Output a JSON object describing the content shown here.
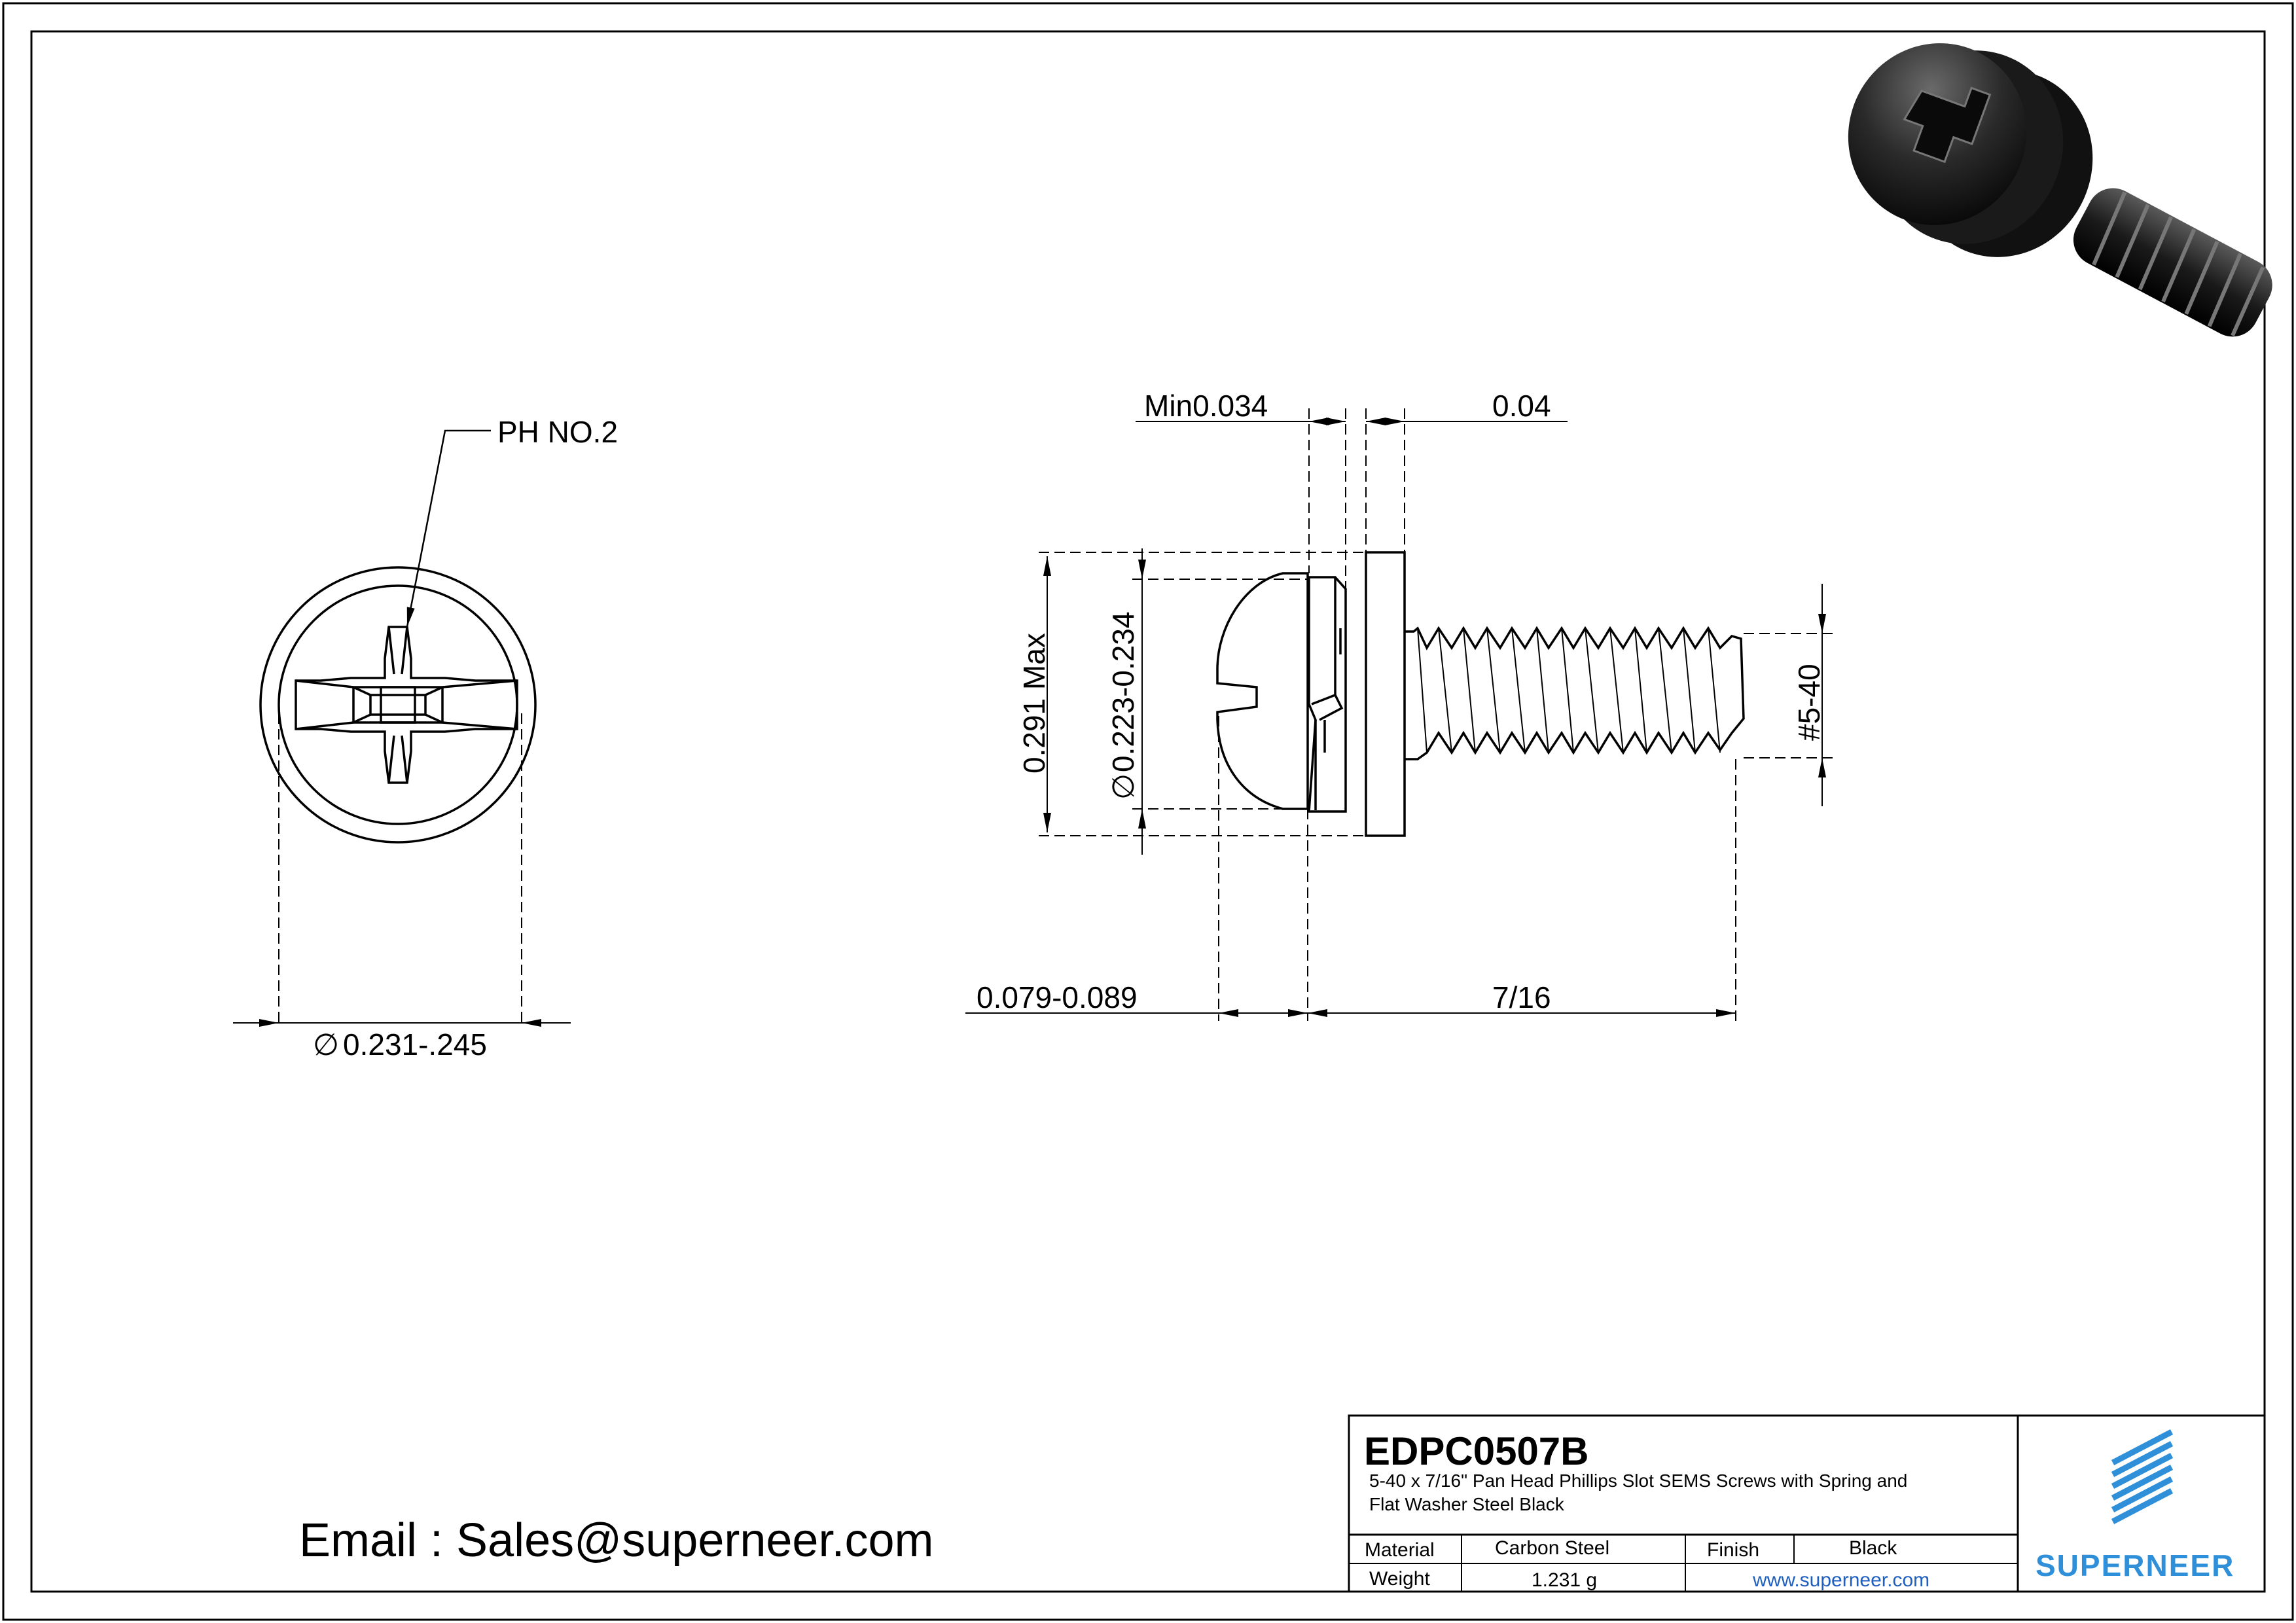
{
  "drawing": {
    "top_view": {
      "recess_label": "PH NO.2",
      "head_diameter": "0.231-.245"
    },
    "side_view": {
      "spring_washer_thickness": "Min0.034",
      "flat_washer_thickness": "0.04",
      "washer_diameter": "0.291 Max",
      "head_height_range": "0.223-0.234",
      "thread_size": "#5-40",
      "head_offset": "0.079-0.089",
      "screw_length": "7/16"
    },
    "diameter_symbol": "∅"
  },
  "title_block": {
    "part_number": "EDPC0507B",
    "description_line1": "5-40 x 7/16\" Pan Head Phillips Slot SEMS Screws with Spring and",
    "description_line2": "Flat Washer Steel Black",
    "material_label": "Material",
    "material_value": "Carbon Steel",
    "finish_label": "Finish",
    "finish_value": "Black",
    "weight_label": "Weight",
    "weight_value": "1.231 g",
    "website": "www.superneer.com",
    "brand": "SUPERNEER",
    "brand_color": "#2f8fd8"
  },
  "contact": {
    "email_line": "Email : Sales@superneer.com"
  }
}
